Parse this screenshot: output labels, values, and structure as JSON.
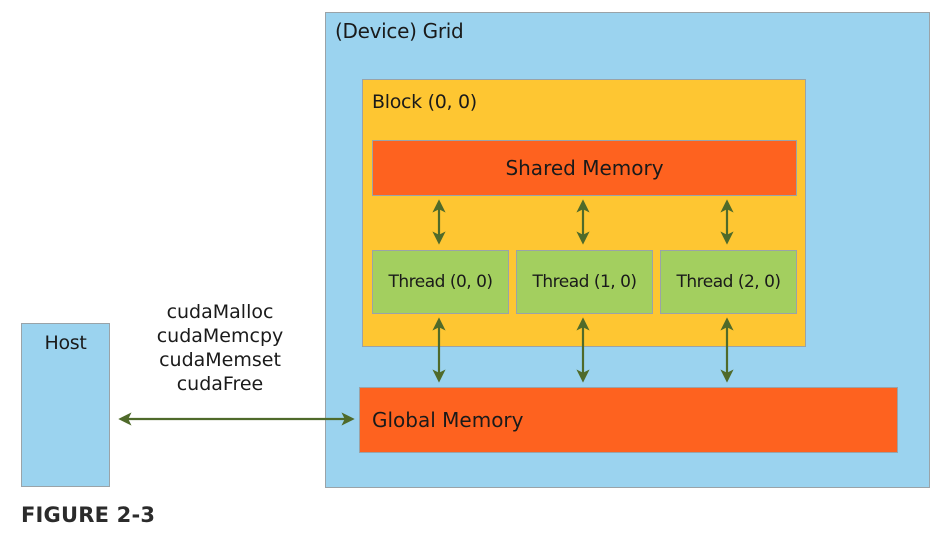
{
  "diagram": {
    "grid_label": "(Device) Grid",
    "block_label": "Block (0, 0)",
    "shared_memory_label": "Shared Memory",
    "threads": [
      {
        "label": "Thread (0, 0)"
      },
      {
        "label": "Thread (1, 0)"
      },
      {
        "label": "Thread (2, 0)"
      }
    ],
    "global_memory_label": "Global Memory",
    "host_label": "Host",
    "api_calls": [
      "cudaMalloc",
      "cudaMemcpy",
      "cudaMemset",
      "cudaFree"
    ],
    "connections": [
      {
        "from": "Shared Memory",
        "to": "Thread (0, 0)",
        "direction": "bidirectional"
      },
      {
        "from": "Shared Memory",
        "to": "Thread (1, 0)",
        "direction": "bidirectional"
      },
      {
        "from": "Shared Memory",
        "to": "Thread (2, 0)",
        "direction": "bidirectional"
      },
      {
        "from": "Thread (0, 0)",
        "to": "Global Memory",
        "direction": "bidirectional"
      },
      {
        "from": "Thread (1, 0)",
        "to": "Global Memory",
        "direction": "bidirectional"
      },
      {
        "from": "Thread (2, 0)",
        "to": "Global Memory",
        "direction": "bidirectional"
      },
      {
        "from": "Host",
        "to": "Global Memory",
        "direction": "bidirectional"
      }
    ],
    "colors": {
      "grid": "#9bd3ef",
      "block": "#fec632",
      "memory": "#fe621f",
      "thread": "#a3cf5f",
      "host": "#9bd3ef",
      "arrow": "#4f6a2a"
    }
  },
  "caption": "FIGURE 2-3"
}
